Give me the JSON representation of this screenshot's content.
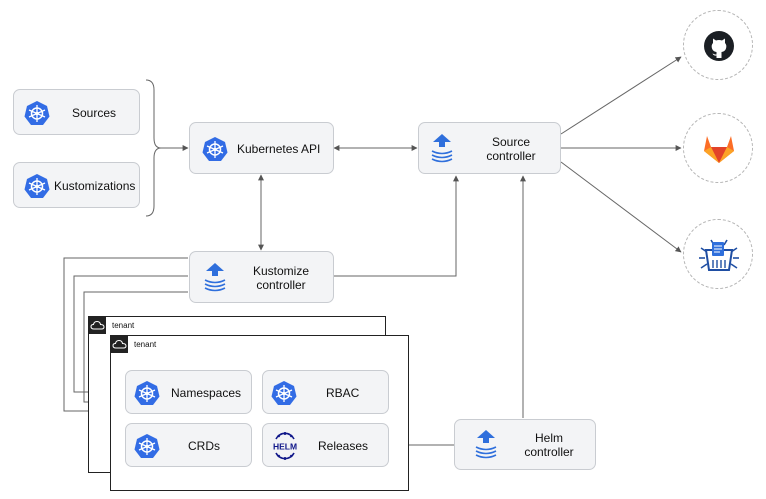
{
  "resources": {
    "sources": "Sources",
    "kustomizations": "Kustomizations"
  },
  "kubernetes_api": "Kubernetes API",
  "source_controller": {
    "line1": "Source",
    "line2": "controller"
  },
  "kustomize_controller": {
    "line1": "Kustomize",
    "line2": "controller"
  },
  "helm_controller": {
    "line1": "Helm",
    "line2": "controller"
  },
  "tenants": {
    "back_label": "tenant",
    "front_label": "tenant"
  },
  "tenant_items": {
    "namespaces": "Namespaces",
    "rbac": "RBAC",
    "crds": "CRDs",
    "releases": "Releases",
    "helm_badge": "HELM"
  },
  "external_sources": [
    "github-icon",
    "gitlab-icon",
    "bucket-icon"
  ],
  "colors": {
    "k8s_blue": "#326ce5",
    "flux_blue": "#2f6fdc",
    "gitlab_orange": "#fc6d26",
    "github_dark": "#1b1f24",
    "box_fill": "#f3f4f6",
    "line": "#666666"
  }
}
